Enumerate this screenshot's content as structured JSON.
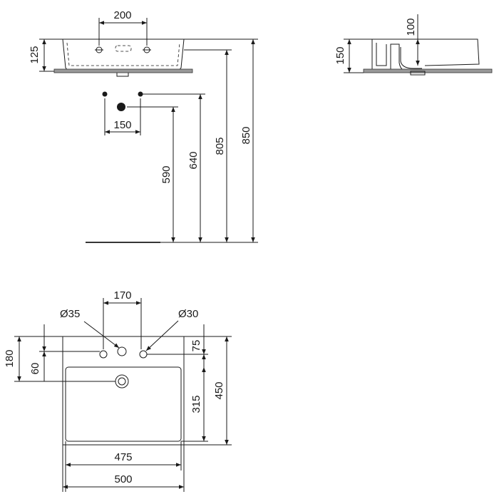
{
  "dimensions": {
    "front": {
      "tap_hole_spacing": "200",
      "height": "125",
      "side_hole_spacing": "150",
      "drain_height": "590",
      "supply_height": "640",
      "bottom_height": "805",
      "top_height": "850"
    },
    "side": {
      "height": "150",
      "depth": "100"
    },
    "top": {
      "hole_spacing": "170",
      "center_hole_diameter": "Ø35",
      "side_hole_diameter": "Ø30",
      "hole_row_depth": "180",
      "hole_offset": "60",
      "back_to_holes": "75",
      "bowl_depth": "315",
      "total_depth": "450",
      "bowl_width": "475",
      "total_width": "500"
    }
  },
  "colors": {
    "line": "#1a1a1a",
    "floor_hatch": "#999999"
  }
}
